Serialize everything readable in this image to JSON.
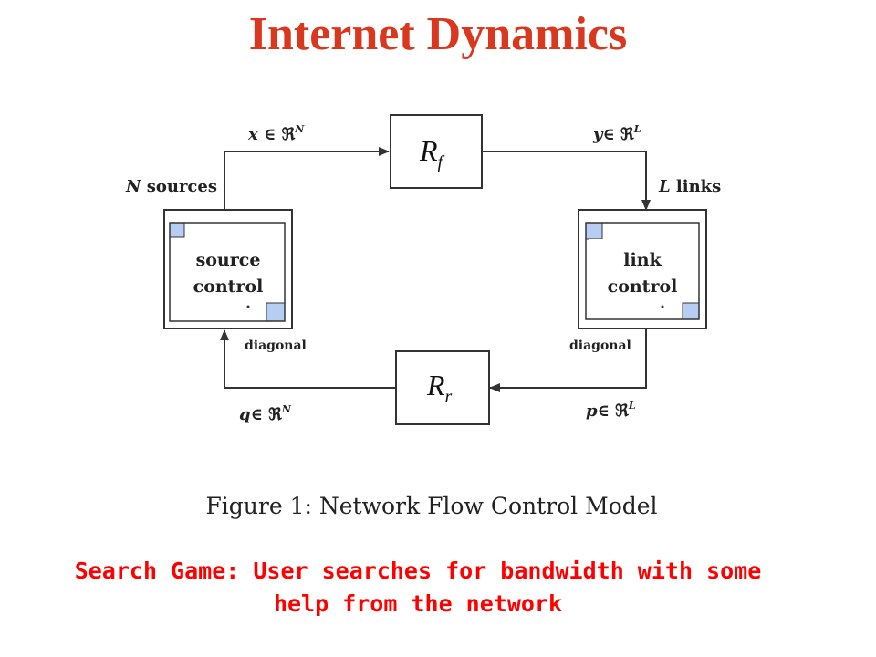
{
  "title": "Internet Dynamics",
  "diagram": {
    "rf": {
      "main": "R",
      "sub": "f"
    },
    "rr": {
      "main": "R",
      "sub": "r"
    },
    "source_box": {
      "line1": "source",
      "line2": "control"
    },
    "link_box": {
      "line1": "link",
      "line2": "control"
    },
    "labels": {
      "x": {
        "var": "x",
        "rest": " ∈ ℜ",
        "sup": "N"
      },
      "y": {
        "var": "y",
        "rest": "∈ ℜ",
        "sup": "L"
      },
      "q": {
        "var": "q",
        "rest": "∈ ℜ",
        "sup": "N"
      },
      "p": {
        "var": "p",
        "rest": "∈ ℜ",
        "sup": "L"
      },
      "n_sources": {
        "var": "N",
        "rest": " sources"
      },
      "l_links": {
        "var": "L",
        "rest": " links"
      },
      "diag_left": "diagonal",
      "diag_right": "diagonal"
    },
    "colors": {
      "line": "#333333",
      "square": "#b6cdf4"
    }
  },
  "caption": "Figure 1:  Network Flow Control Model",
  "footer": {
    "line1": "Search Game: User searches for bandwidth with some",
    "line2": "help from the network"
  }
}
